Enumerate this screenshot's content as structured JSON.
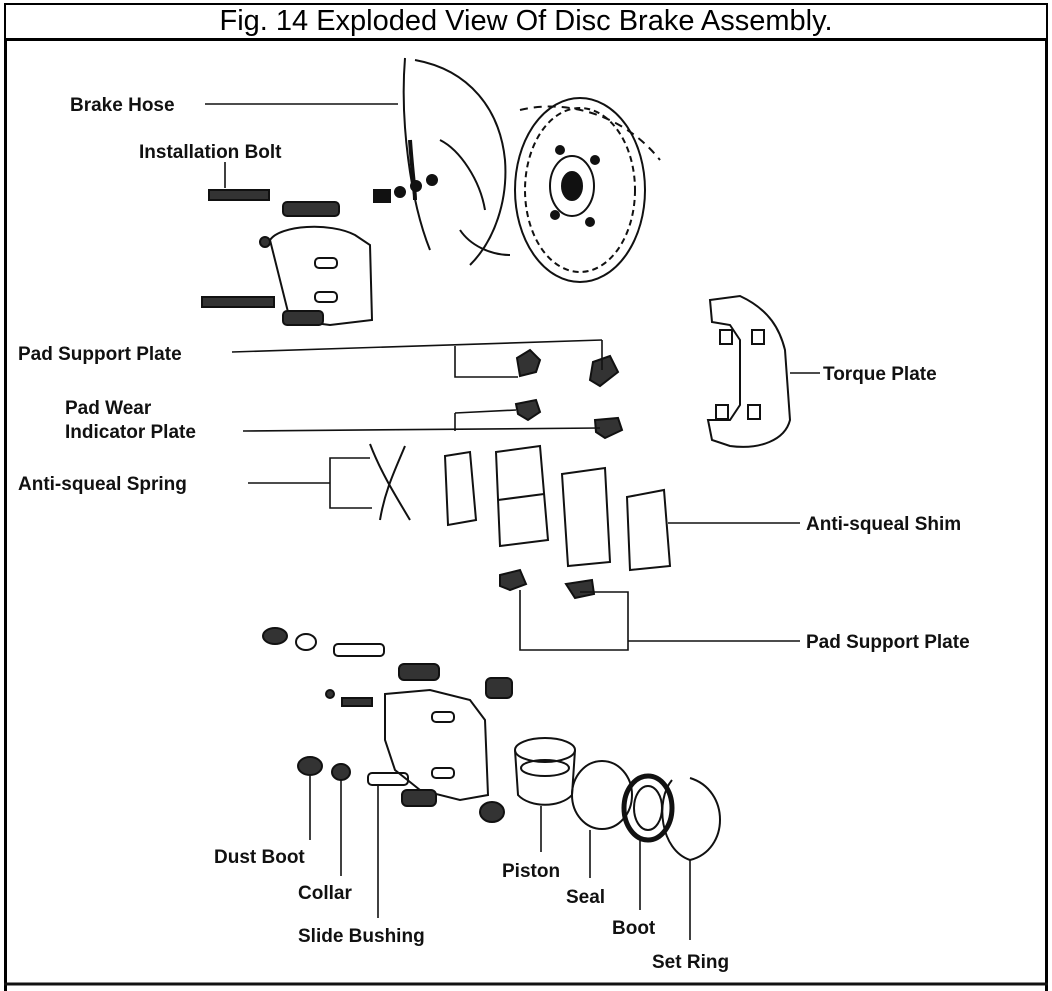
{
  "figure": {
    "title": "Fig. 14 Exploded View Of Disc Brake Assembly."
  },
  "labels": {
    "brake_hose": "Brake Hose",
    "installation_bolt": "Installation Bolt",
    "pad_support_plate_top": "Pad Support Plate",
    "pad_wear_line1": "Pad Wear",
    "pad_wear_line2": "Indicator Plate",
    "anti_squeal_spring": "Anti-squeal Spring",
    "torque_plate": "Torque Plate",
    "anti_squeal_shim": "Anti-squeal Shim",
    "pad_support_plate_bottom": "Pad Support Plate",
    "dust_boot": "Dust Boot",
    "collar": "Collar",
    "slide_bushing": "Slide Bushing",
    "piston": "Piston",
    "seal": "Seal",
    "boot": "Boot",
    "set_ring": "Set Ring"
  }
}
